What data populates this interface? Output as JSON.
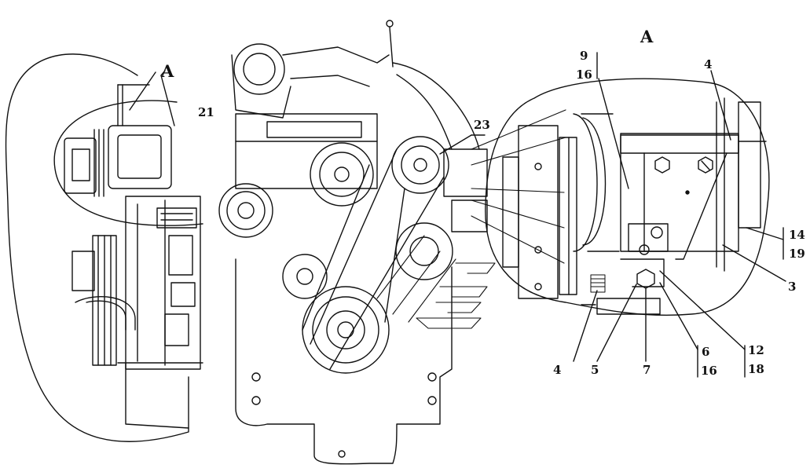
{
  "drawing": {
    "view_left_label": "A",
    "view_right_label": "A",
    "callouts": {
      "c21": "21",
      "c23": "23",
      "c9": "9",
      "c16_top": "16",
      "c4_top": "4",
      "c14": "14",
      "c19": "19",
      "c3": "3",
      "c12": "12",
      "c18": "18",
      "c6": "6",
      "c16_bottom": "16",
      "c4_bottom": "4",
      "c5": "5",
      "c7": "7"
    }
  }
}
